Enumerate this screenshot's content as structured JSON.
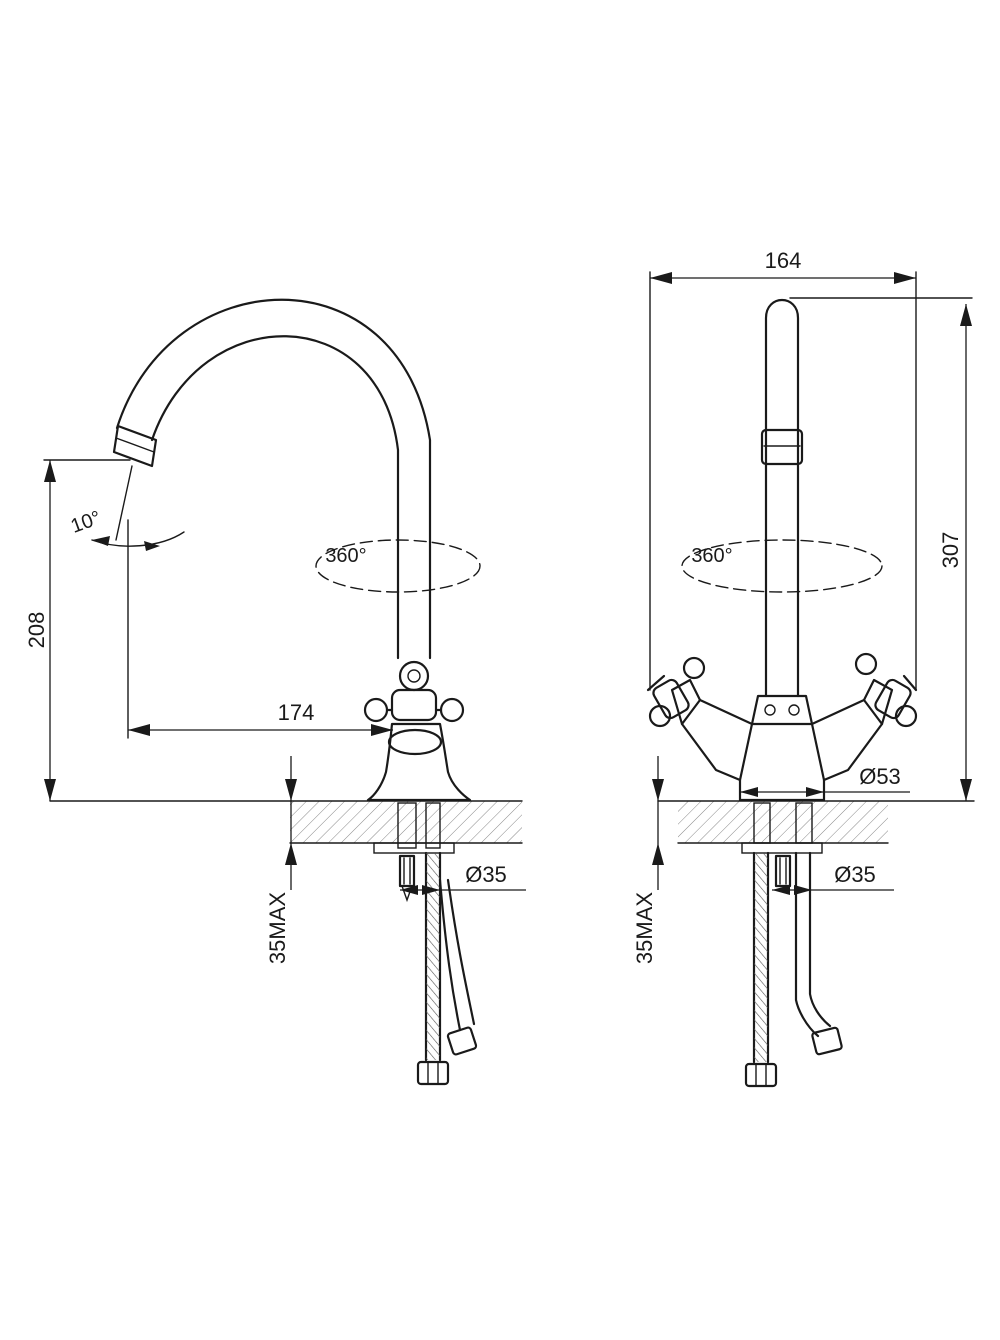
{
  "dimensions": {
    "spout_reach": "174",
    "spout_height": "208",
    "total_width": "164",
    "total_height": "307",
    "spout_tilt_left": "10°",
    "swivel_left": "360°",
    "swivel_right": "360°",
    "base_diameter": "Ø53",
    "hole_diameter_left": "Ø35",
    "hole_diameter_right": "Ø35",
    "max_thickness_left": "35MAX",
    "max_thickness_right": "35MAX"
  },
  "colors": {
    "line": "#1a1a1a",
    "hatch": "#888888",
    "background": "#ffffff"
  }
}
